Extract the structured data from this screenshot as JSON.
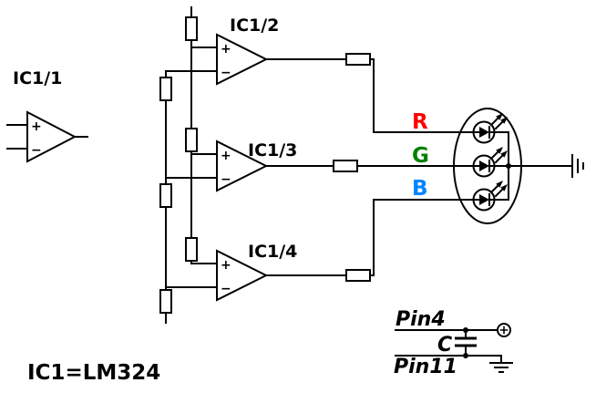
{
  "diagram": {
    "part_label": "IC1=LM324",
    "opamps": [
      {
        "label": "IC1/1"
      },
      {
        "label": "IC1/2"
      },
      {
        "label": "IC1/3"
      },
      {
        "label": "IC1/4"
      }
    ],
    "opamp_inputs": {
      "plus": "+",
      "minus": "−"
    },
    "signals": [
      {
        "label": "R",
        "color": "#ff0000"
      },
      {
        "label": "G",
        "color": "#008000"
      },
      {
        "label": "B",
        "color": "#0084ff"
      }
    ],
    "power": {
      "pin4": "Pin4",
      "capacitor": "C",
      "pin11": "Pin11"
    }
  }
}
